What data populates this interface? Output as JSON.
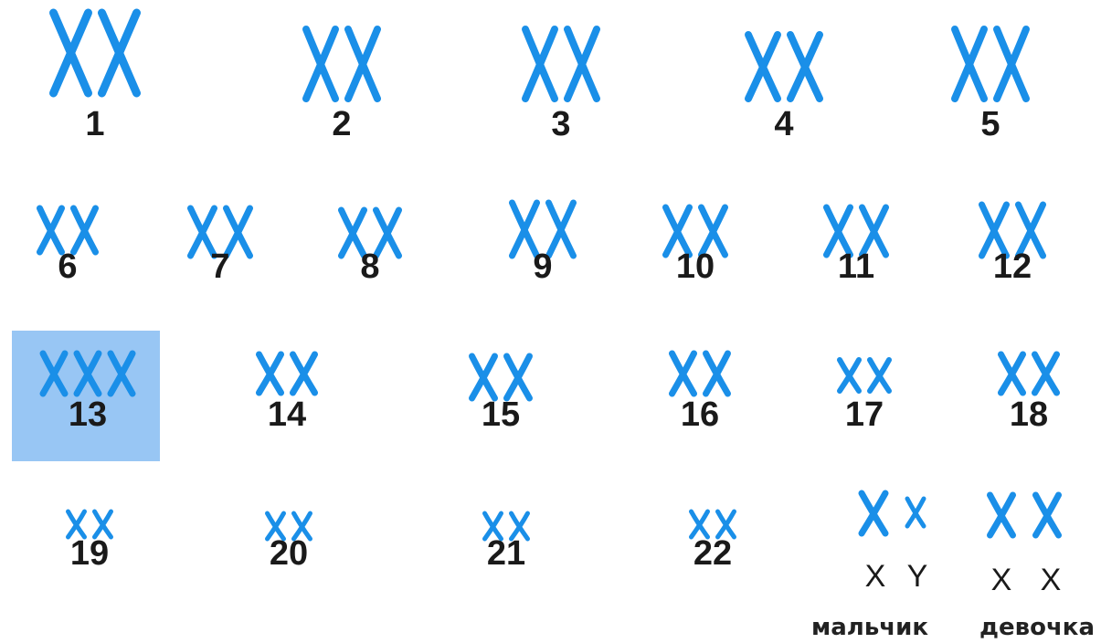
{
  "colors": {
    "chromosome": "#1a8fe8",
    "highlight": "#98c6f4",
    "label": "#1a1a1a"
  },
  "chromosomes": [
    {
      "label": "1",
      "count": 2
    },
    {
      "label": "2",
      "count": 2
    },
    {
      "label": "3",
      "count": 2
    },
    {
      "label": "4",
      "count": 2
    },
    {
      "label": "5",
      "count": 2
    },
    {
      "label": "6",
      "count": 2
    },
    {
      "label": "7",
      "count": 2
    },
    {
      "label": "8",
      "count": 2
    },
    {
      "label": "9",
      "count": 2
    },
    {
      "label": "10",
      "count": 2
    },
    {
      "label": "11",
      "count": 2
    },
    {
      "label": "12",
      "count": 2
    },
    {
      "label": "13",
      "count": 3,
      "highlighted": true
    },
    {
      "label": "14",
      "count": 2
    },
    {
      "label": "15",
      "count": 2
    },
    {
      "label": "16",
      "count": 2
    },
    {
      "label": "17",
      "count": 2
    },
    {
      "label": "18",
      "count": 2
    },
    {
      "label": "19",
      "count": 2
    },
    {
      "label": "20",
      "count": 2
    },
    {
      "label": "21",
      "count": 2
    },
    {
      "label": "22",
      "count": 2
    }
  ],
  "sex_chromosomes": [
    {
      "caption": "мальчик",
      "letters": [
        "X",
        "Y"
      ]
    },
    {
      "caption": "девочка",
      "letters": [
        "X",
        "X"
      ]
    }
  ]
}
